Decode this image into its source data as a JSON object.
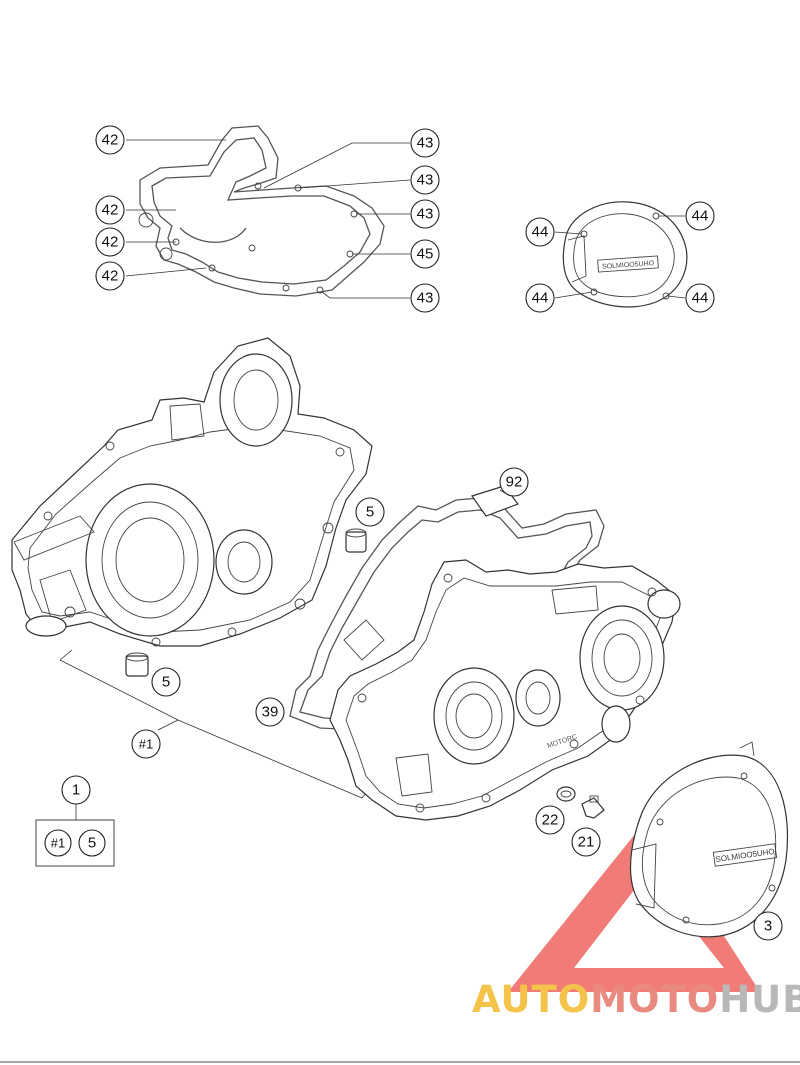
{
  "callouts": {
    "g42a": "42",
    "g42b": "42",
    "g42c": "42",
    "g42d": "42",
    "g43a": "43",
    "g43b": "43",
    "g43c": "43",
    "g43d": "43",
    "g45": "45",
    "c44a": "44",
    "c44b": "44",
    "c44c": "44",
    "c44d": "44",
    "b5a": "5",
    "b5b": "5",
    "p92": "92",
    "p39": "39",
    "kit": "#1",
    "p1": "1",
    "box_kit": "#1",
    "box_5": "5",
    "p22": "22",
    "p21": "21",
    "p3": "3"
  },
  "cover_brand": "SOLMIOO5UHO",
  "case_marking": "MOTORC",
  "watermark": {
    "part1": "AUTO",
    "part2": "MOTO",
    "part3": "HUB",
    "colors": {
      "part1": "#f3c34a",
      "part2": "#e98a80",
      "part3": "#b8b8b8",
      "triangle": "#ee5a55"
    }
  }
}
